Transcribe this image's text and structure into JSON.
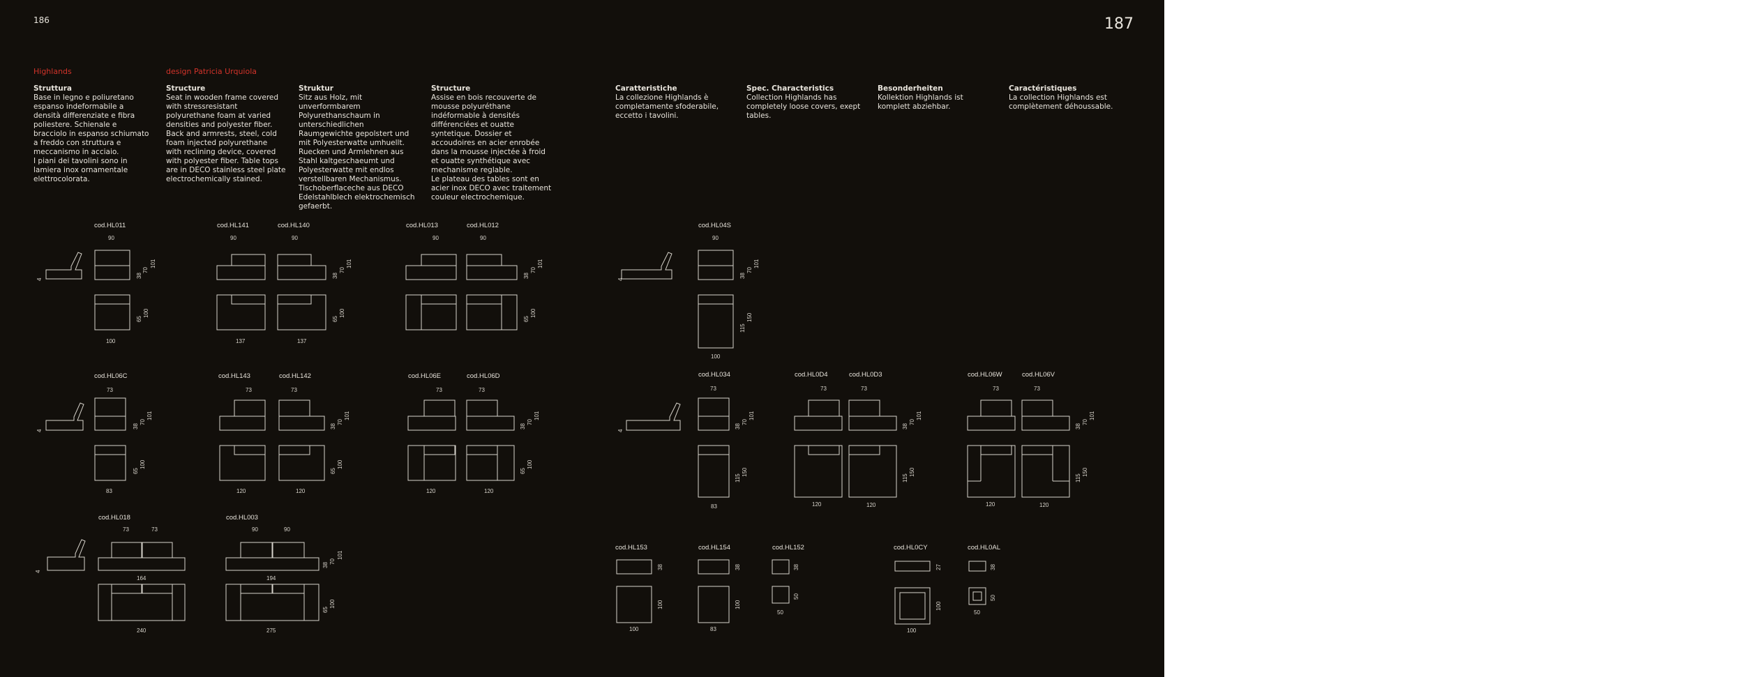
{
  "page": {
    "left_number": "186",
    "right_number": "187"
  },
  "header": {
    "collection": "Highlands",
    "designer": "design Patricia Urquiola"
  },
  "structure_columns": [
    {
      "heading": "Struttura",
      "body": "Base in legno e poliuretano\nespanso indeformabile a\ndensità differenziate e fibra\npoliestere. Schienale e\nbracciolo in espanso schiumato\na freddo con struttura e\nmeccanismo in acciaio.\nI piani dei tavolini sono in\nlamiera inox ornamentale\nelettrocolorata."
    },
    {
      "heading": "Structure",
      "body": "Seat in wooden frame covered\nwith stressresistant\npolyurethane foam at varied\ndensities and polyester fiber.\nBack and armrests, steel, cold\nfoam injected polyurethane\nwith reclining device, covered\nwith polyester fiber. Table tops\nare in DECO stainless steel plate\nelectrochemically stained."
    },
    {
      "heading": "Struktur",
      "body": "Sitz aus Holz, mit\nunverformbarem\nPolyurethanschaum in\nunterschiedlichen\nRaumgewichte gepolstert und\nmit Polyesterwatte umhuellt.\nRuecken und Armlehnen aus\nStahl kaltgeschaeumt und\nPolyesterwatte mit endlos\nverstellbaren Mechanismus.\nTischoberflaceche aus DECO\nEdelstahlblech elektrochemisch\ngefaerbt."
    },
    {
      "heading": "Structure",
      "body": "Assise en bois recouverte de\nmousse polyuréthane\nindéformable à densités\ndifférenciées et ouatte\nsyntetique. Dossier et\naccoudoires en acier enrobée\ndans la mousse injectée à froid\net ouatte synthétique avec\nmechanisme reglable.\nLe plateau des tables sont en\nacier inox DECO avec traitement\ncouleur electrochemique."
    }
  ],
  "characteristics_columns": [
    {
      "heading": "Caratteristiche",
      "body": "La collezione Highlands è\ncompletamente sfoderabile,\neccetto i tavolini."
    },
    {
      "heading": "Spec. Characteristics",
      "body": "Collection Highlands has\ncompletely loose covers, exept\ntables."
    },
    {
      "heading": "Besonderheiten",
      "body": "Kollektion Highlands ist\nkomplett abziehbar."
    },
    {
      "heading": "Caractéristiques",
      "body": "La collection Highlands est\ncomplètement déhoussable."
    }
  ],
  "product_codes": [
    "cod.HL011",
    "cod.HL141",
    "cod.HL140",
    "cod.HL013",
    "cod.HL012",
    "cod.HL04S",
    "cod.HL06C",
    "cod.HL143",
    "cod.HL142",
    "cod.HL06E",
    "cod.HL06D",
    "cod.HL034",
    "cod.HL0D4",
    "cod.HL0D3",
    "cod.HL06W",
    "cod.HL06V",
    "cod.HL018",
    "cod.HL003",
    "cod.HL153",
    "cod.HL154",
    "cod.HL152",
    "cod.HL0CY",
    "cod.HL0AL"
  ],
  "dimensions": {
    "width_90": "90",
    "width_73": "73",
    "width_100": "100",
    "width_137": "137",
    "width_83": "83",
    "width_120": "120",
    "width_164": "164",
    "width_194": "194",
    "width_240": "240",
    "width_275": "275",
    "width_50": "50",
    "height_4": "4",
    "height_38": "38",
    "height_70": "70",
    "height_101": "101",
    "height_27": "27",
    "depth_65": "65",
    "depth_100": "100",
    "depth_115": "115",
    "depth_150": "150",
    "depth_50": "50"
  }
}
